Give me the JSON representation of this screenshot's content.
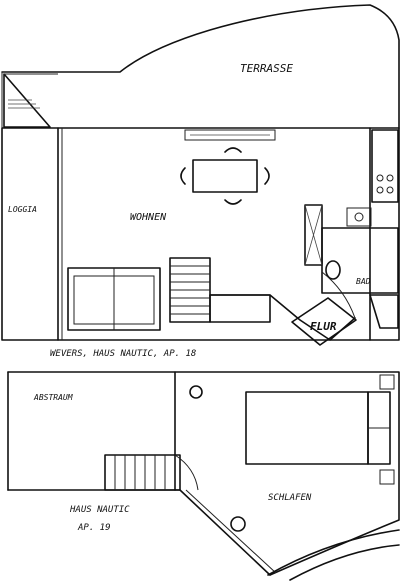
{
  "rooms": {
    "terrasse": "TERRASSE",
    "loggia": "LOGGIA",
    "wohnen": "WOHNEN",
    "bad": "BAD",
    "flur": "FLUR",
    "caption_upper": "WEVERS, HAUS NAUTIC, AP. 18",
    "abstellraum": "ABSTRAUM",
    "schlafen": "SCHLAFEN",
    "caption_lower_1": "HAUS NAUTIC",
    "caption_lower_2": "AP. 19"
  }
}
